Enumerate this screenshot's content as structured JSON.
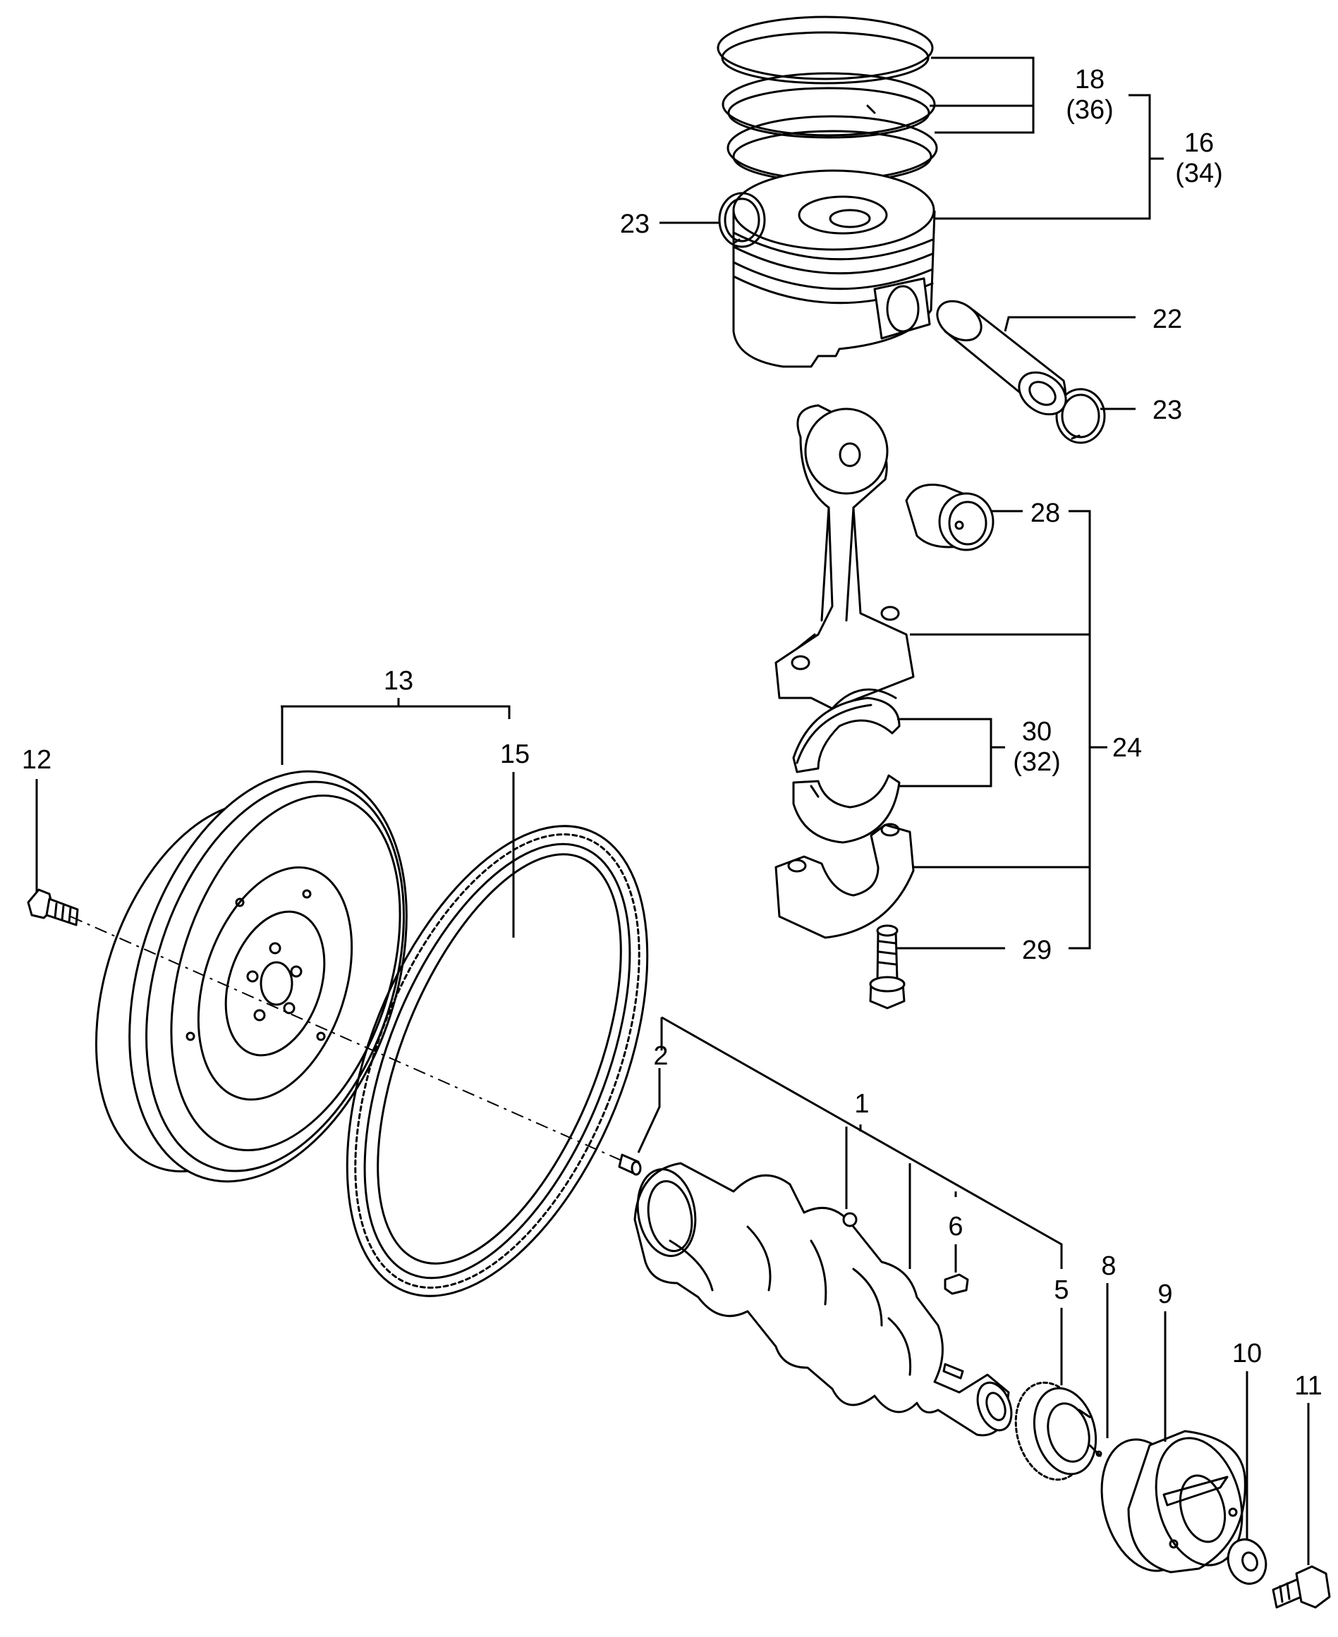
{
  "labels": {
    "l1": "1",
    "l2": "2",
    "l5": "5",
    "l6": "6",
    "l8": "8",
    "l9": "9",
    "l10": "10",
    "l11": "11",
    "l12": "12",
    "l13": "13",
    "l15": "15",
    "l16": "16",
    "l16b": "(34)",
    "l18": "18",
    "l18b": "(36)",
    "l22": "22",
    "l23a": "23",
    "l23b": "23",
    "l24": "24",
    "l28": "28",
    "l29": "29",
    "l30": "30",
    "l30b": "(32)"
  }
}
